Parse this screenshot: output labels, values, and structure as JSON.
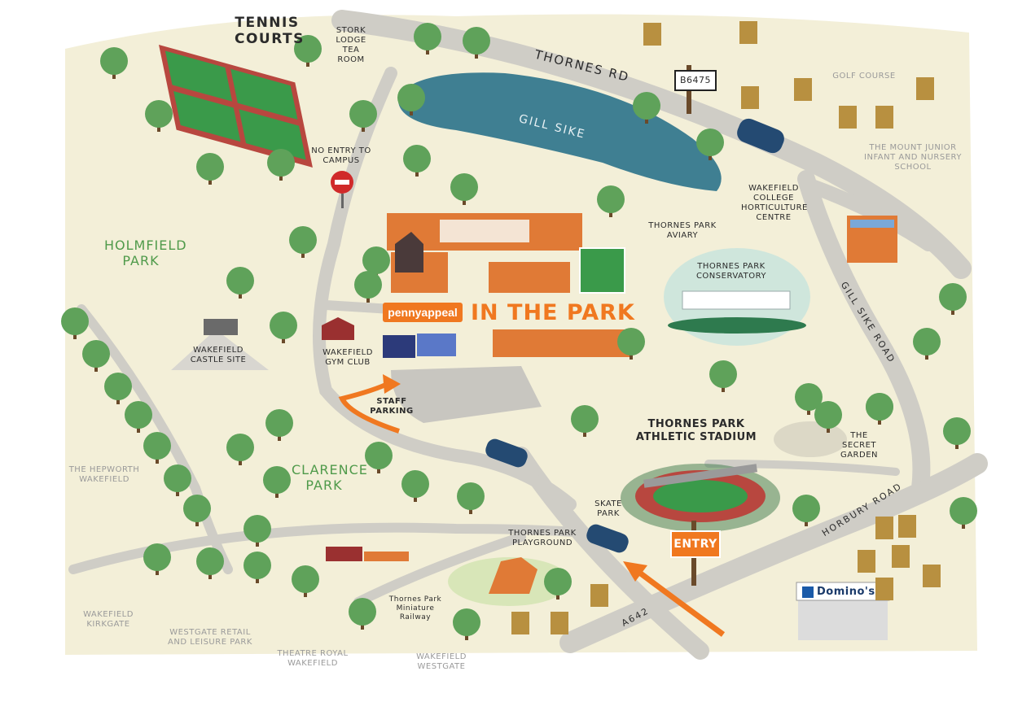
{
  "title": {
    "brand": "pennyappeal",
    "event": "IN THE PARK"
  },
  "roads": {
    "thornes_rd": "THORNES RD",
    "gill_sike_road": "GILL SIKE ROAD",
    "horbury_road": "HORBURY ROAD",
    "a642": "A642",
    "b6475": "B6475"
  },
  "water": {
    "gill_sike": "GILL SIKE"
  },
  "parks": {
    "holmfield": "HOLMFIELD PARK",
    "clarence": "CLARENCE PARK"
  },
  "places": {
    "tennis_courts": "TENNIS COURTS",
    "stork_lodge": "STORK LODGE TEA ROOM",
    "no_entry": "NO ENTRY TO CAMPUS",
    "aviary": "THORNES PARK AVIARY",
    "horticulture": "WAKEFIELD COLLEGE HORTICULTURE CENTRE",
    "conservatory": "THORNES PARK CONSERVATORY",
    "castle": "WAKEFIELD CASTLE SITE",
    "gym": "WAKEFIELD GYM CLUB",
    "staff_parking": "STAFF PARKING",
    "stadium": "THORNES PARK ATHLETIC STADIUM",
    "secret_garden": "THE SECRET GARDEN",
    "skate_park": "SKATE PARK",
    "playground": "THORNES PARK PLAYGROUND",
    "railway": "Thornes Park Miniature Railway",
    "entry": "ENTRY",
    "dominos": "Domino's"
  },
  "offmap": {
    "golf": "GOLF COURSE",
    "mount_school": "THE MOUNT JUNIOR INFANT AND NURSERY SCHOOL",
    "hepworth": "THE HEPWORTH WAKEFIELD",
    "kirkgate": "WAKEFIELD KIRKGATE",
    "westgate_retail": "WESTGATE RETAIL AND LEISURE PARK",
    "theatre": "THEATRE ROYAL WAKEFIELD",
    "westgate": "WAKEFIELD WESTGATE"
  },
  "colors": {
    "grass": "#f3efd8",
    "road": "#cfcdc6",
    "water": "#3f7f92",
    "tree": "#5fa25a",
    "orange": "#f07820",
    "building": "#e07a36",
    "tennis": "#3a9a4a",
    "track": "#b8473f"
  }
}
